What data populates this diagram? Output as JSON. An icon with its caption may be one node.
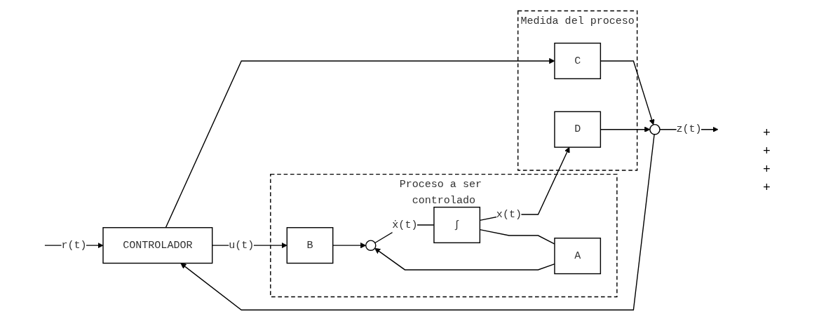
{
  "diagram": {
    "nodes": [
      {
        "text": [
          "CONTROLADOR"
        ]
      },
      {
        "text": [
          "Proceso a ser controlado"
        ]
      },
      {
        "text": [
          "B"
        ],
        "in": 1
      },
      {
        "text": [],
        "shape": "circle",
        "in": 1
      },
      {
        "text": [
          "∫"
        ],
        "in": 1
      },
      {
        "text": [
          "A"
        ],
        "in": 1
      },
      {
        "text": [
          "Medida del proceso"
        ]
      },
      {
        "text": [
          "C"
        ],
        "in": 6
      },
      {
        "text": [
          "D"
        ],
        "in": 6
      },
      {
        "text": [],
        "shape": "circle"
      }
    ],
    "edges": [
      {
        "from": null,
        "to": 0,
        "arrow": "to",
        "label": "r(t)"
      },
      {
        "from": 0,
        "to": 2,
        "arrow": "to",
        "label": "u(t)"
      },
      {
        "from": 0,
        "to": 7,
        "arrow": "to"
      },
      {
        "from": 2,
        "to": 3,
        "arrow": "to"
      },
      {
        "from": 3,
        "to": 4,
        "arrow": "none",
        "label": "ẋ(t)"
      },
      {
        "from": 4,
        "to": 8,
        "arrow": "to",
        "label": "x(t)"
      },
      {
        "from": 4,
        "to": 5,
        "arrow": "none"
      },
      {
        "from": 5,
        "to": 3,
        "arrow": "to"
      },
      {
        "from": 7,
        "to": 9,
        "arrow": "to"
      },
      {
        "from": 8,
        "to": 9,
        "arrow": "to"
      },
      {
        "from": 9,
        "to": null,
        "arrow": "to",
        "label": "z(t)"
      },
      {
        "from": 9,
        "to": 0,
        "arrow": "to"
      }
    ],
    "labels": [
      "+",
      "+",
      "+",
      "+"
    ]
  }
}
